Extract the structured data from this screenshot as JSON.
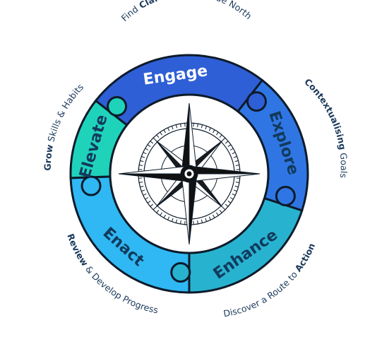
{
  "segments": [
    {
      "key": "engage",
      "label": "Engage",
      "color": "#2f5fd6",
      "text_color": "#ffffff"
    },
    {
      "key": "explore",
      "label": "Explore",
      "color": "#2f76e4",
      "text_color": "#123a5c"
    },
    {
      "key": "enhance",
      "label": "Enhance",
      "color": "#27b3d0",
      "text_color": "#123a5c"
    },
    {
      "key": "enact",
      "label": "Enact",
      "color": "#2fb8f3",
      "text_color": "#123a5c"
    },
    {
      "key": "elevate",
      "label": "Elevate",
      "color": "#1fd3bb",
      "text_color": "#123a5c"
    }
  ],
  "outer_labels": {
    "top": {
      "pre": "Find ",
      "bold": "Clarity",
      "post": " in your True North"
    },
    "right": {
      "pre": "",
      "bold": "Contextualising",
      "post": " Goals"
    },
    "bottom_right": {
      "pre": "Discover a Route to ",
      "bold": "Action",
      "post": ""
    },
    "bottom_left": {
      "pre": "",
      "bold": "Review",
      "post": " & Develop Progress"
    },
    "left": {
      "pre": "",
      "bold": "Grow",
      "post": " Skills & Habits"
    }
  },
  "colors": {
    "outline": "#0d1b2a",
    "compass_fill": "#ffffff",
    "text_dark": "#1a3a5c"
  }
}
